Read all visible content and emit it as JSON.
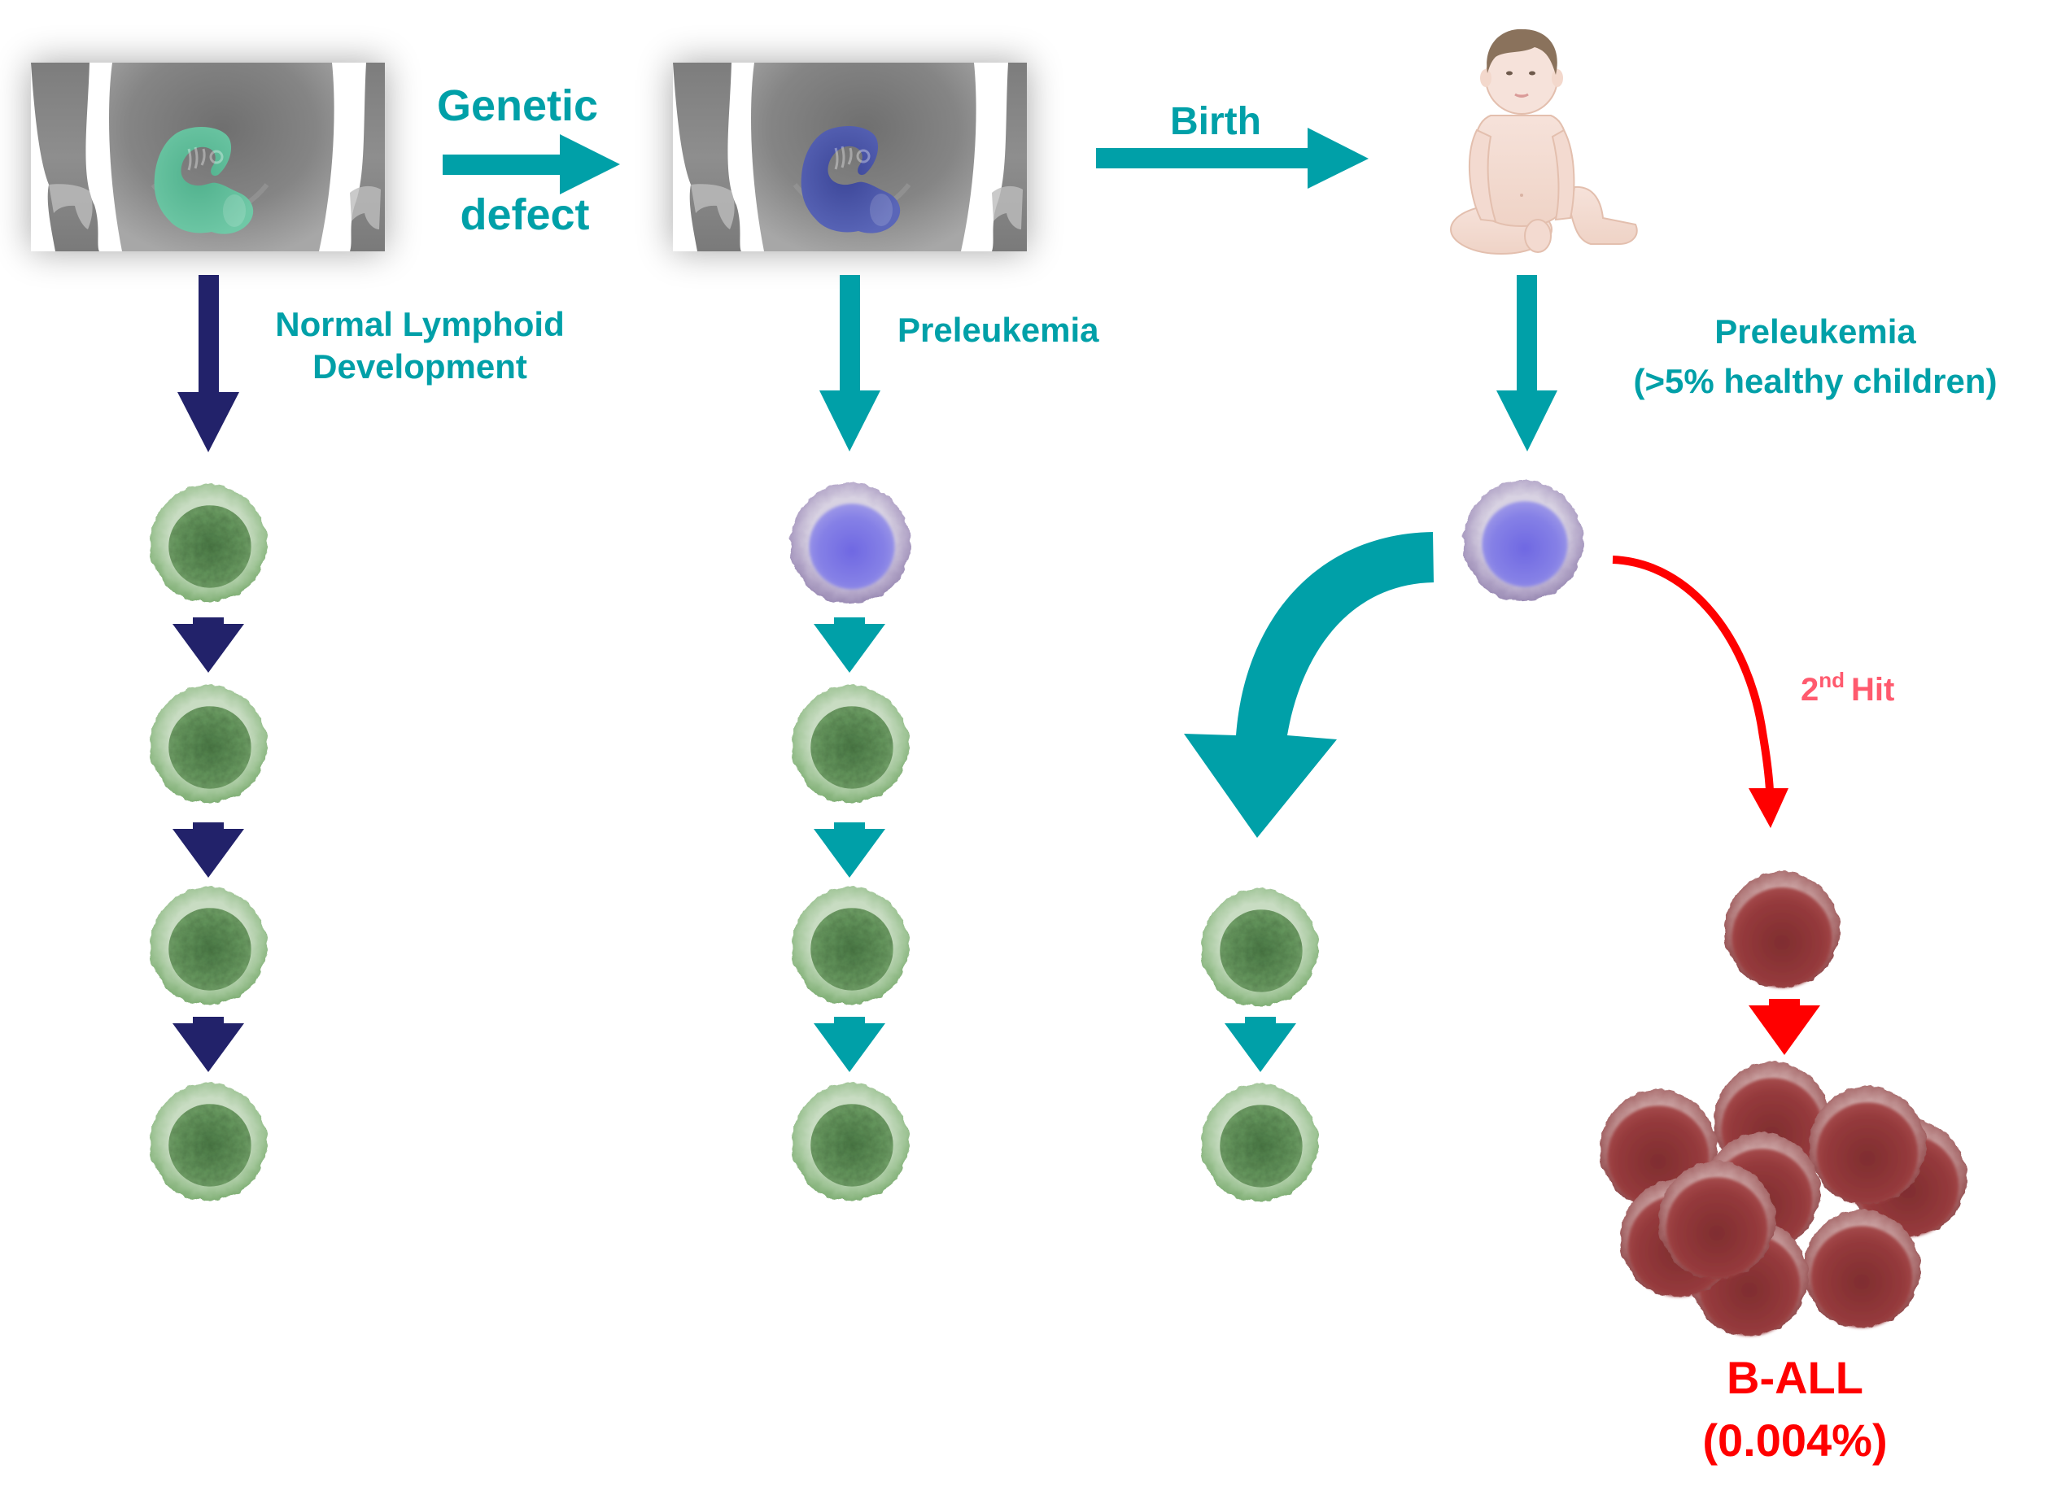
{
  "colors": {
    "teal": "#00A0A8",
    "navy": "#22226A",
    "red": "#FF0000",
    "second_hit_pink": "#FF5A6E",
    "normal_cell_green": "#6E9E68",
    "preleukemic_cell_blue": "#7C78E6",
    "leukemic_cell_red": "#9A3A3C",
    "embryo_normal": "#5BBE9A",
    "embryo_defect": "#4A55A8"
  },
  "stages": [
    {
      "id": "normal-fetus",
      "image": "pregnant-torso-green-embryo-icon",
      "embryo_state": "normal"
    },
    {
      "id": "defect-fetus",
      "image": "pregnant-torso-blue-embryo-icon",
      "embryo_state": "genetic-defect"
    },
    {
      "id": "newborn",
      "image": "sitting-baby-icon"
    }
  ],
  "transitions": {
    "genetic_defect": {
      "line1": "Genetic",
      "line2": "defect"
    },
    "birth": {
      "label": "Birth"
    }
  },
  "branches": {
    "normal": {
      "line1": "Normal Lymphoid",
      "line2": "Development",
      "arrow_color": "navy",
      "cell_type": "normal",
      "cell_count": 4
    },
    "prenatal_preleukemia": {
      "label": "Preleukemia",
      "arrow_color": "teal",
      "cells": [
        "preleukemic",
        "normal",
        "normal",
        "normal"
      ]
    },
    "postnatal_preleukemia": {
      "line1": "Preleukemia",
      "line2": "(>5% healthy children)",
      "arrow_color": "teal"
    },
    "resolution": {
      "arrow_color": "teal",
      "cells": [
        "normal",
        "normal"
      ]
    },
    "second_hit": {
      "base": "2",
      "superscript": "nd",
      "word": "Hit",
      "arrow_color": "red"
    },
    "leukemia": {
      "line1": "B-ALL",
      "line2": "(0.004%)",
      "cluster_cell_count": 9
    }
  }
}
